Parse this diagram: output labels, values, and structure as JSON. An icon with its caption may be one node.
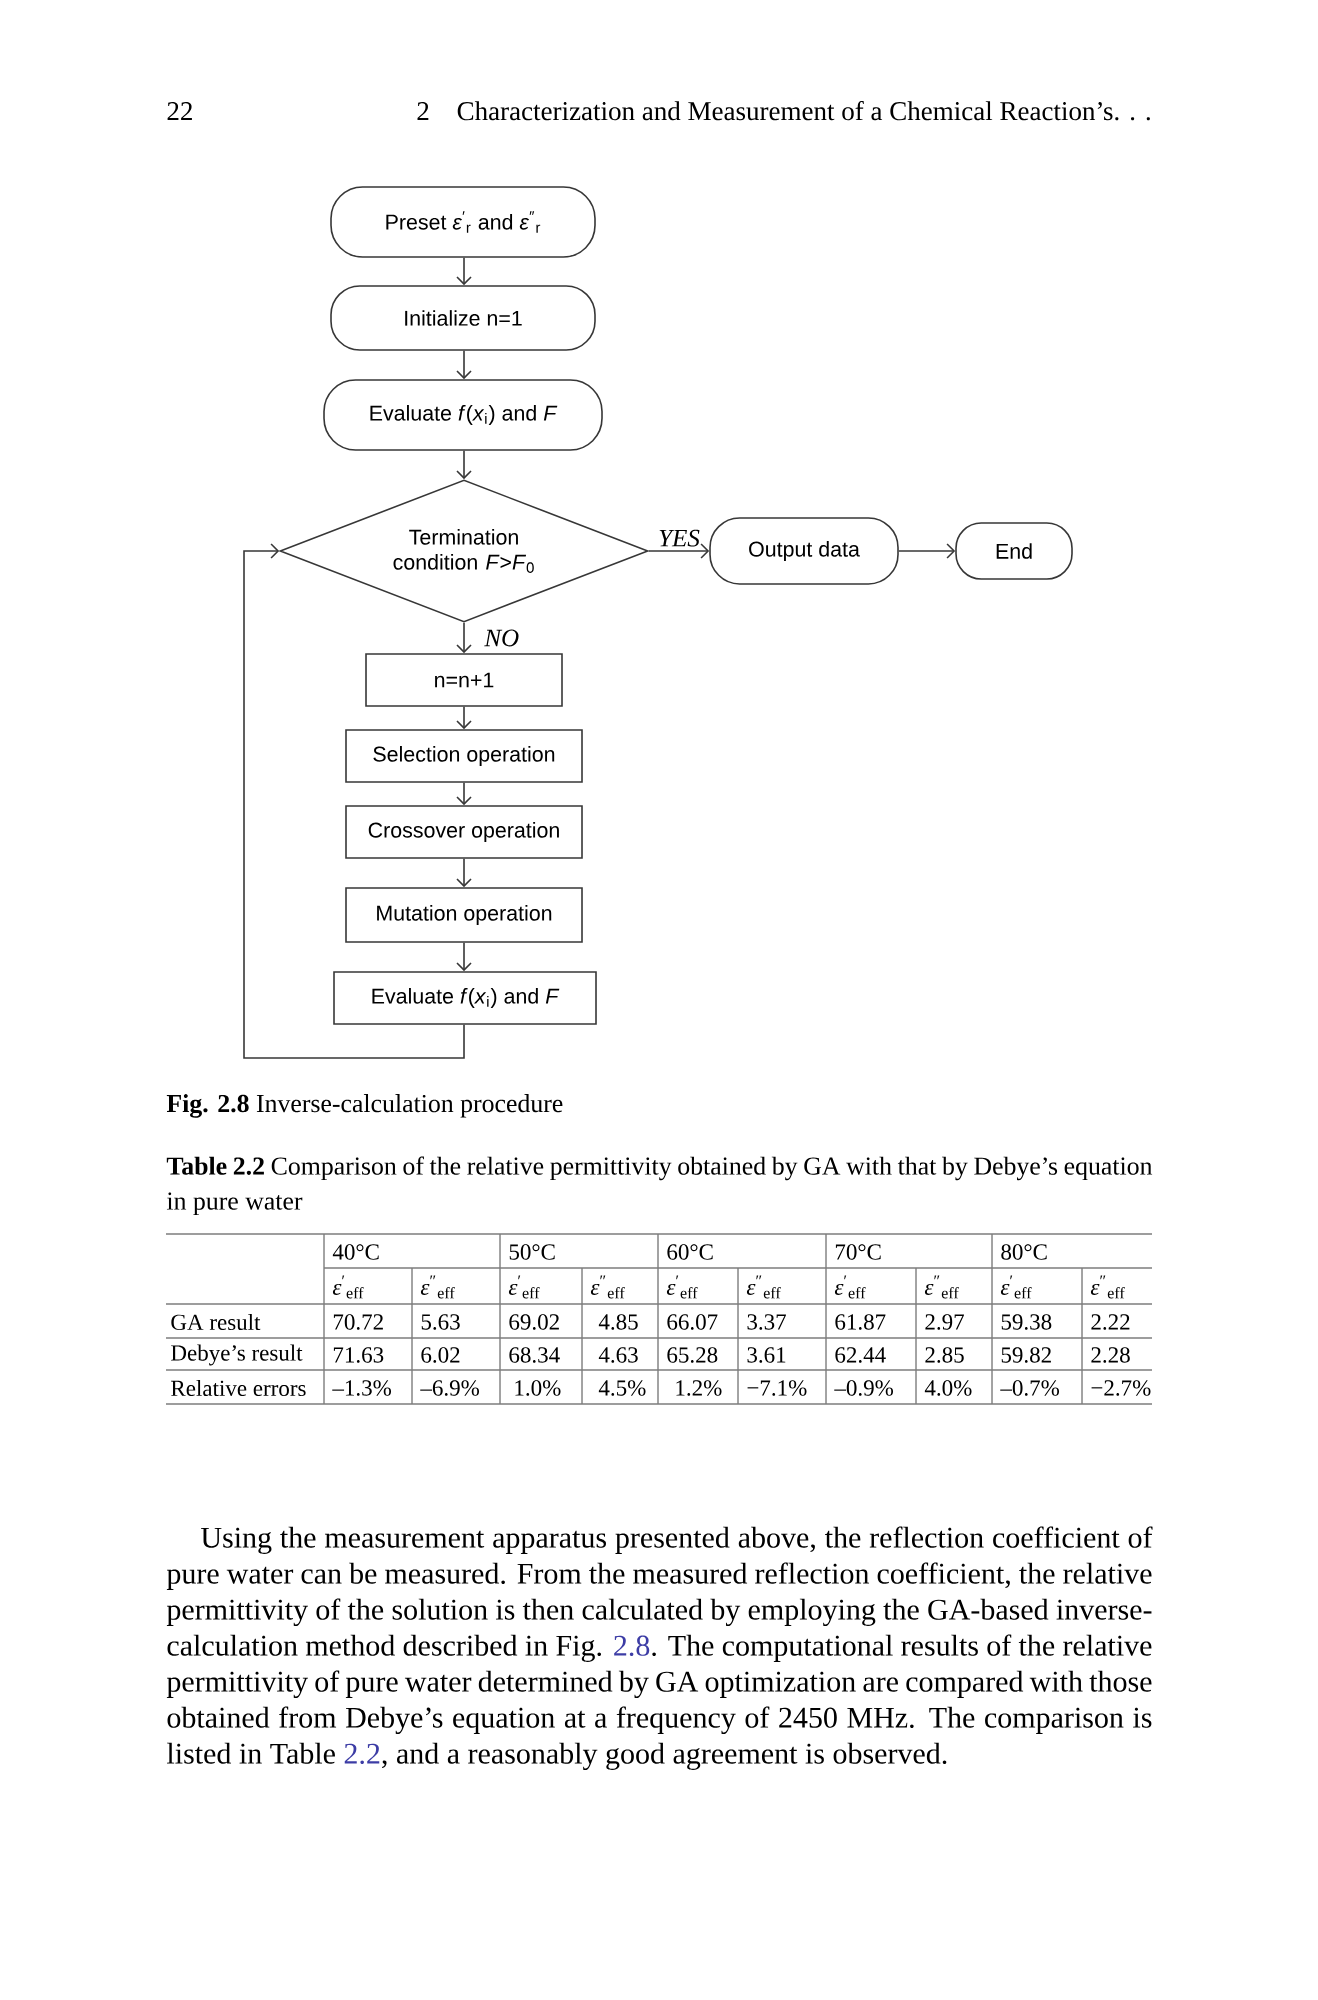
{
  "diagram": {
    "caption": "**Fig. 2.8** Inverse-calculation procedure",
    "nodes": [
      {
        "text": [
          "Preset *ε*$^{′}$$_{r}$ and *ε*$^{″}$$_{r}$"
        ]
      },
      {
        "text": [
          "Initialize n=1"
        ]
      },
      {
        "text": [
          "Evaluate *f*(*x*$_{i}$) and *F*"
        ]
      },
      {
        "text": [
          "Termination condition *F*>*F*$_{0}$"
        ]
      },
      {
        "text": [
          "Output data"
        ]
      },
      {
        "text": [
          "End"
        ]
      },
      {
        "text": [
          "n=n+1"
        ]
      },
      {
        "text": [
          "Selection operation"
        ]
      },
      {
        "text": [
          "Crossover operation"
        ]
      },
      {
        "text": [
          "Mutation operation"
        ]
      },
      {
        "text": [
          "Evaluate *f*(*x*$_{i}$) and *F*"
        ]
      }
    ],
    "edges": [
      {
        "from": 0,
        "to": 1,
        "arrow": "to"
      },
      {
        "from": 1,
        "to": 2,
        "arrow": "to"
      },
      {
        "from": 2,
        "to": 3,
        "arrow": "to"
      },
      {
        "from": 3,
        "to": 4,
        "arrow": "to",
        "label": "YES"
      },
      {
        "from": 4,
        "to": 5,
        "arrow": "to"
      },
      {
        "from": 3,
        "to": 6,
        "arrow": "to",
        "label": "NO"
      },
      {
        "from": 6,
        "to": 7,
        "arrow": "to"
      },
      {
        "from": 7,
        "to": 8,
        "arrow": "to"
      },
      {
        "from": 8,
        "to": 9,
        "arrow": "to"
      },
      {
        "from": 9,
        "to": 10,
        "arrow": "to"
      },
      {
        "from": 10,
        "to": 3,
        "arrow": "to"
      }
    ],
    "labels": [
      "22",
      "2",
      "Characterization and Measurement of a Chemical Reaction’s. . .",
      "**Table 2.2** Comparison of the relative permittivity obtained by GA with that by Debye’s equation in pure water",
      "40°C",
      "50°C",
      "60°C",
      "70°C",
      "80°C",
      "*ε*$^{′}$$_{eff}$",
      "*ε*$^{″}$$_{eff}$",
      "*ε*$^{′}$$_{eff}$",
      "*ε*$^{″}$$_{eff}$",
      "*ε*$^{′}$$_{eff}$",
      "*ε*$^{″}$$_{eff}$",
      "*ε*$^{′}$$_{eff}$",
      "*ε*$^{″}$$_{eff}$",
      "*ε*$^{′}$$_{eff}$",
      "*ε*$^{″}$$_{eff}$",
      "GA result",
      "70.72",
      "5.63",
      "69.02",
      "4.85",
      "66.07",
      "3.37",
      "61.87",
      "2.97",
      "59.38",
      "2.22",
      "Debye’s result",
      "71.63",
      "6.02",
      "68.34",
      "4.63",
      "65.28",
      "3.61",
      "62.44",
      "2.85",
      "59.82",
      "2.28",
      "Relative errors",
      "–1.3%",
      "–6.9%",
      "1.0%",
      "4.5%",
      "1.2%",
      "−7.1%",
      "–0.9%",
      "4.0%",
      "–0.7%",
      "−2.7%",
      "Using the measurement apparatus presented above, the reflection coefficient of pure water can be measured. From the measured reflection coefficient, the relative permittivity of the solution is then calculated by employing the GA-based inverse-calculation method described in Fig.",
      "2.8",
      ". The computational results of the relative permittivity of pure water determined by GA optimization are compared with those obtained from Debye’s equation at a frequency of 2450 MHz. The comparison is listed in Table",
      "2.2",
      ", and a reasonably good agreement is observed."
    ]
  }
}
